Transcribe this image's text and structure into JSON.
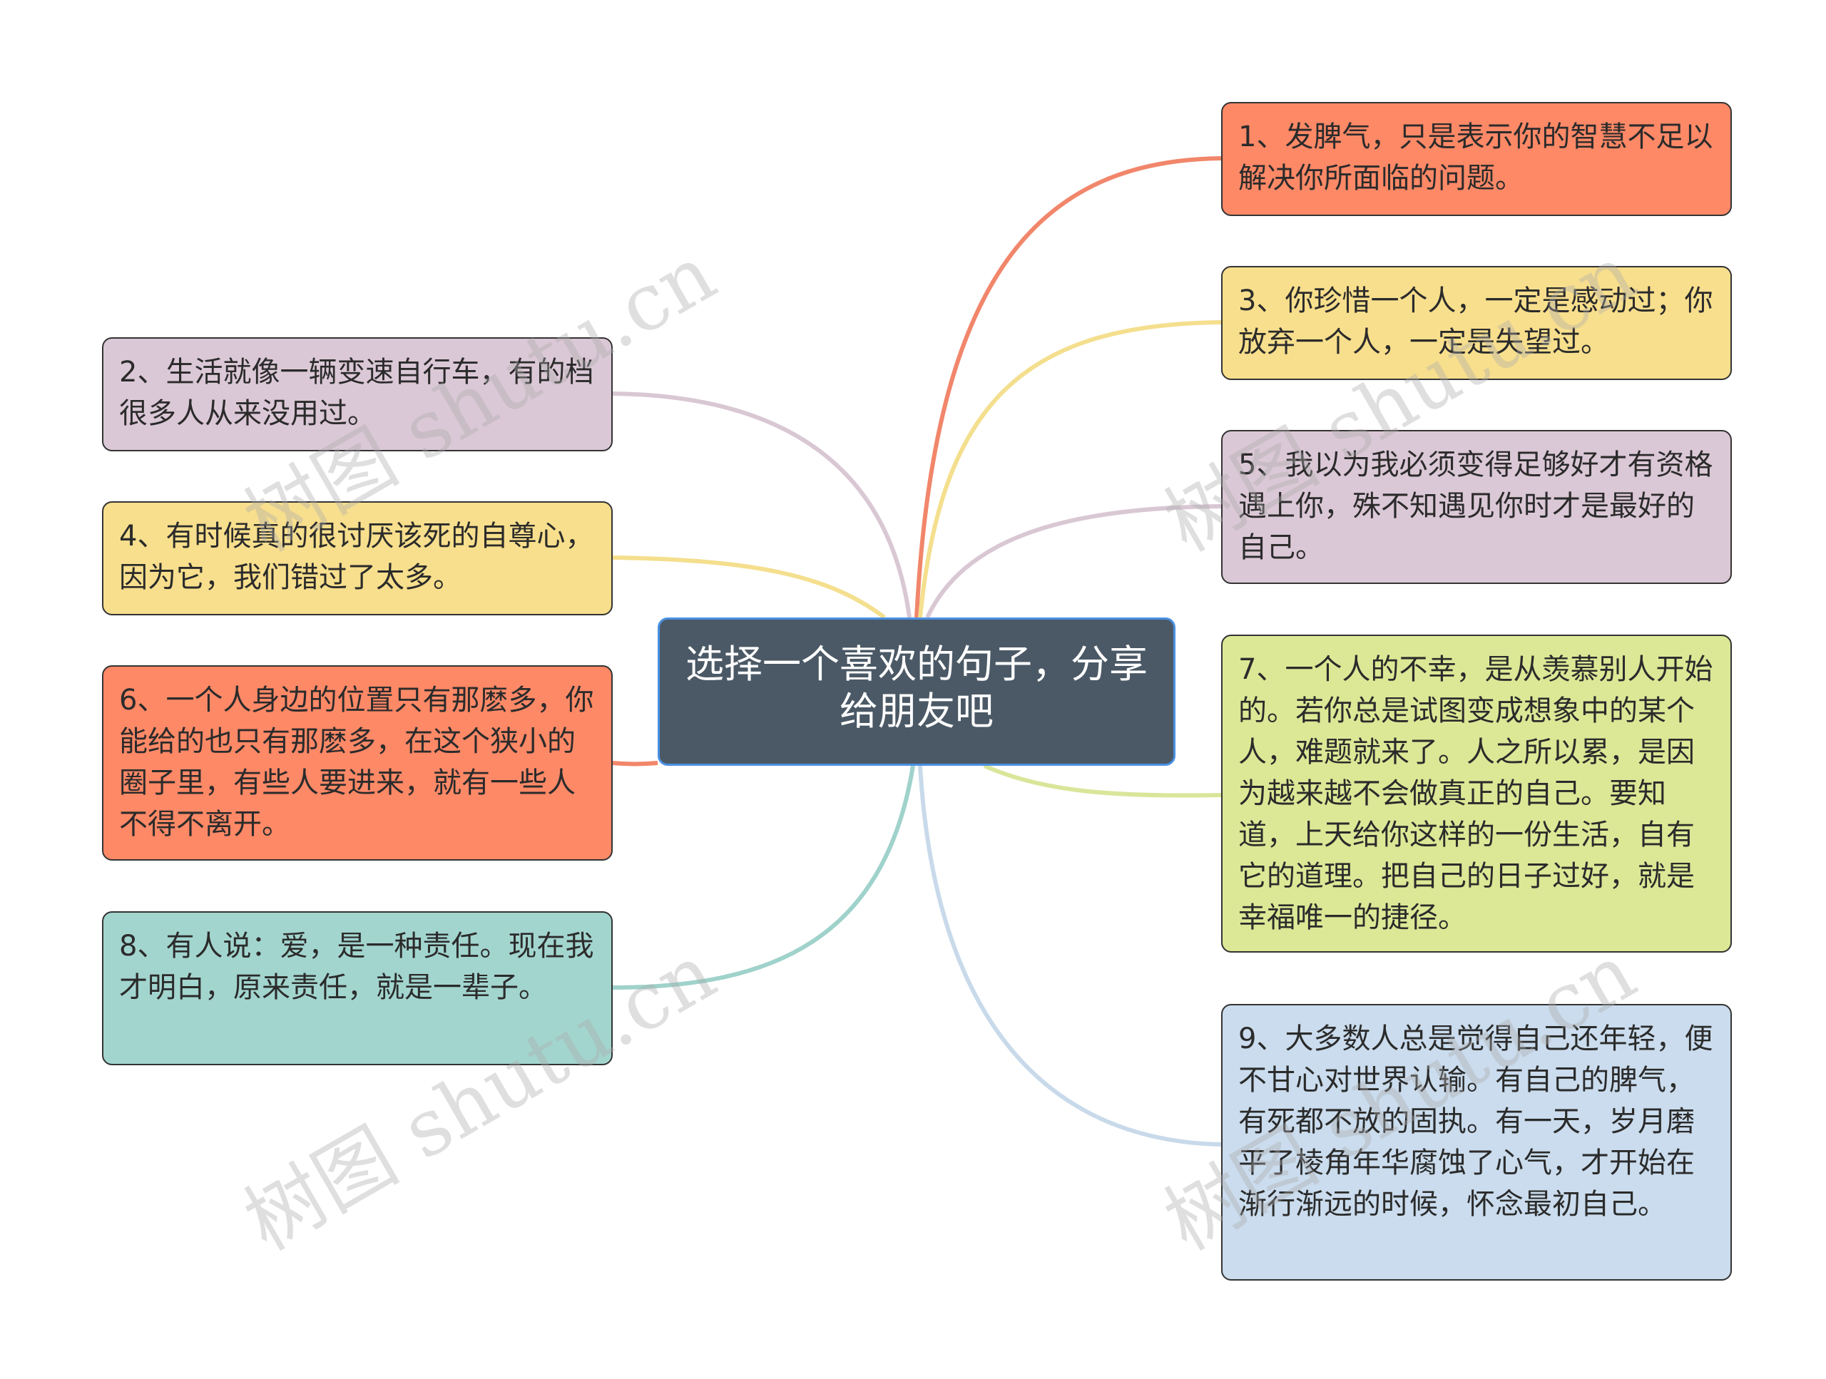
{
  "root": {
    "text": "选择一个喜欢的句子，分享给朋友吧",
    "bg": "#4b5966",
    "border": "#4a90e2"
  },
  "nodes": [
    {
      "id": "n1",
      "text": "1、发脾气，只是表示你的智慧不足以解决你所面临的问题。",
      "color": "#fd8967",
      "line": "#f1866b"
    },
    {
      "id": "n2",
      "text": "2、生活就像一辆变速自行车，有的档很多人从来没用过。",
      "color": "#dbc8d6",
      "line": "#d9c8d3"
    },
    {
      "id": "n3",
      "text": "3、你珍惜一个人，一定是感动过；你放弃一个人，一定是失望过。",
      "color": "#f8df8d",
      "line": "#f4df8e"
    },
    {
      "id": "n4",
      "text": "4、有时候真的很讨厌该死的自尊心，因为它，我们错过了太多。",
      "color": "#f8df8d",
      "line": "#f4df8e"
    },
    {
      "id": "n5",
      "text": "5、我以为我必须变得足够好才有资格遇上你，殊不知遇见你时才是最好的自己。",
      "color": "#dbc8d6",
      "line": "#d9c8d3"
    },
    {
      "id": "n6",
      "text": "6、一个人身边的位置只有那麽多，你能给的也只有那麽多，在这个狭小的圈子里，有些人要进来，就有一些人不得不离开。",
      "color": "#fd8967",
      "line": "#f1866b"
    },
    {
      "id": "n7",
      "text": "7、一个人的不幸，是从羡慕别人开始的。若你总是试图变成想象中的某个人，难题就来了。人之所以累，是因为越来越不会做真正的自己。要知道，上天给你这样的一份生活，自有它的道理。把自己的日子过好，就是幸福唯一的捷径。",
      "color": "#dce896",
      "line": "#d9e69a"
    },
    {
      "id": "n8",
      "text": "8、有人说：爱，是一种责任。现在我才明白，原来责任，就是一辈子。",
      "color": "#a3d5cf",
      "line": "#9fd2cb"
    },
    {
      "id": "n9",
      "text": "9、大多数人总是觉得自己还年轻，便不甘心对世界认输。有自己的脾气，有死都不放的固执。有一天，岁月磨平了棱角年华腐蚀了心气，才开始在渐行渐远的时候，怀念最初自己。",
      "color": "#cadced",
      "line": "#c8daea"
    }
  ],
  "watermarks": [
    "树图 shutu.cn",
    "树图 shutu.cn",
    "树图 shutu.cn",
    "树图 shutu.cn"
  ]
}
